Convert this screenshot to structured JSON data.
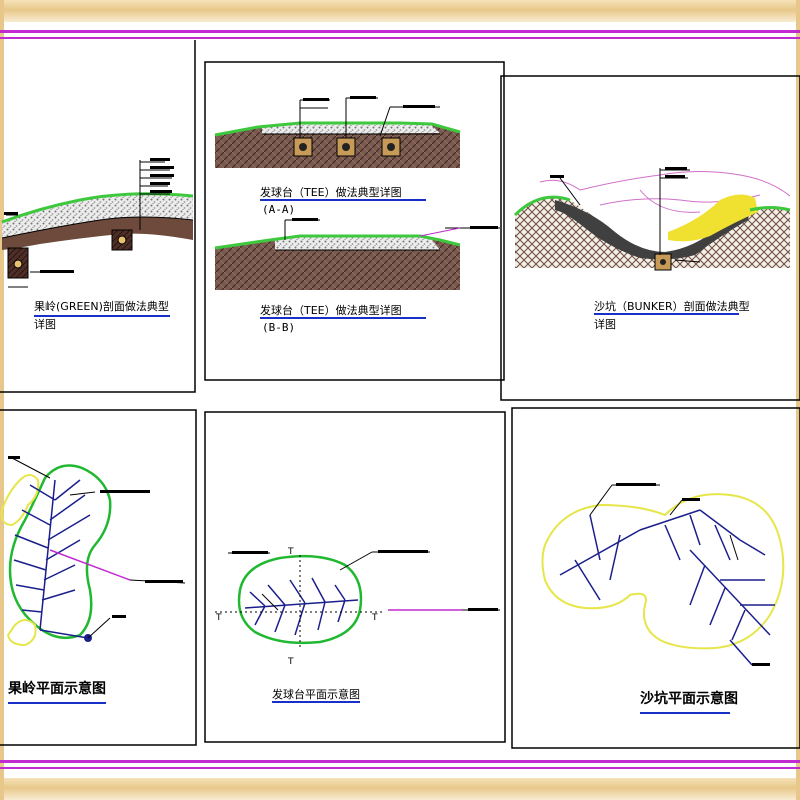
{
  "colors": {
    "frame": "#e8c88a",
    "magenta": "#c02ad0",
    "grass": "#3ec83e",
    "soil": "#6e4a3c",
    "gravel": "#bdbdbd",
    "drain_pipe": "#1b1f8c",
    "boundary_green": "#20b830",
    "boundary_yellow": "#e6e64a",
    "caption_underline": "#1830c8"
  },
  "panels": {
    "green_section": {
      "title": "果岭(GREEN)剖面做法典型",
      "title_line2": "详图"
    },
    "tee_section": {
      "title_a": "发球台（TEE）做法典型详图",
      "label_a": "(A-A)",
      "title_b": "发球台（TEE）做法典型详图",
      "label_b": "(B-B)"
    },
    "bunker_section": {
      "title": "沙坑（BUNKER）剖面做法典型",
      "title_line2": "详图"
    },
    "green_plan": {
      "title": "果岭平面示意图"
    },
    "tee_plan": {
      "title": "发球台平面示意图"
    },
    "bunker_plan": {
      "title": "沙坑平面示意图"
    }
  }
}
